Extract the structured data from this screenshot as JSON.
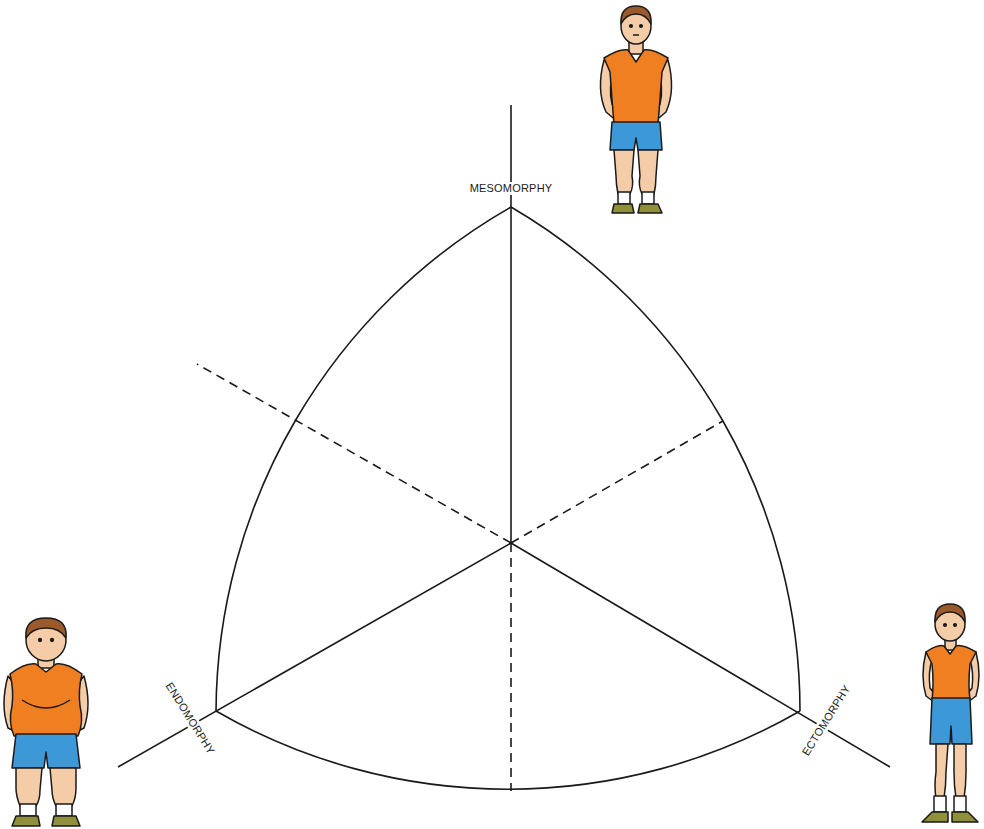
{
  "diagram": {
    "labels": [
      "MESOMORPHY",
      "ENDOMORPHY",
      "ECTOMORPHY"
    ]
  }
}
